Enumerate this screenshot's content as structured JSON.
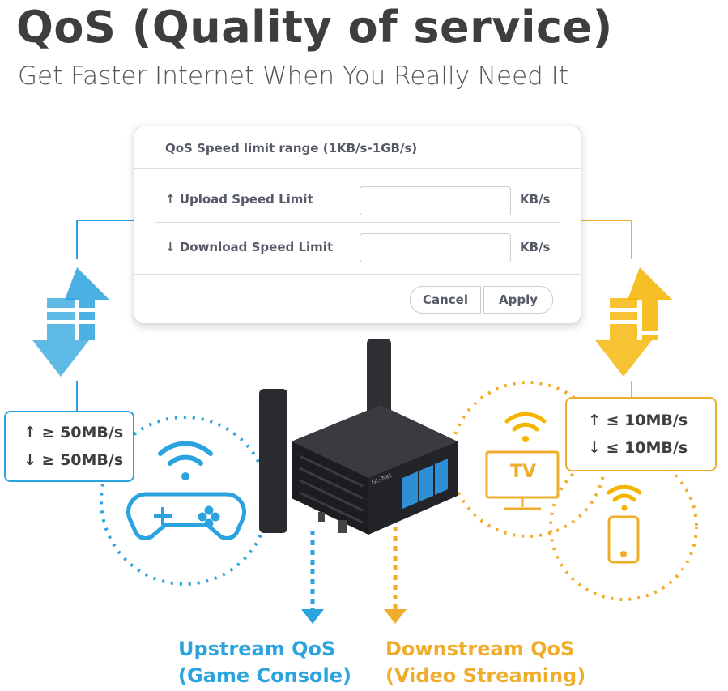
{
  "header": {
    "title": "QoS (Quality of service)",
    "subtitle": "Get Faster Internet When You Really Need It"
  },
  "dialog": {
    "title": "QoS Speed limit range (1KB/s-1GB/s)",
    "upload": {
      "icon": "arrow-up-icon",
      "arrow": "↑",
      "label": "Upload Speed Limit",
      "value": "",
      "unit": "KB/s"
    },
    "download": {
      "icon": "arrow-down-icon",
      "arrow": "↓",
      "label": "Download Speed Limit",
      "value": "",
      "unit": "KB/s"
    },
    "cancel_label": "Cancel",
    "apply_label": "Apply"
  },
  "upstream": {
    "color": "#2ba3de",
    "up_speed": "↑ ≥ 50MB/s",
    "down_speed": "↓ ≥ 50MB/s",
    "caption_line1": "Upstream QoS",
    "caption_line2": "(Game Console)",
    "device_icon": "game-controller-icon"
  },
  "downstream": {
    "color": "#f0ac2b",
    "up_speed": "↑ ≤ 10MB/s",
    "down_speed": "↓ ≤ 10MB/s",
    "caption_line1": "Downstream QoS",
    "caption_line2": "(Video Streaming)",
    "tv_label": "TV",
    "device_icons": [
      "tv-icon",
      "smartphone-icon"
    ]
  },
  "router": {
    "brand": "GL·iNet"
  }
}
